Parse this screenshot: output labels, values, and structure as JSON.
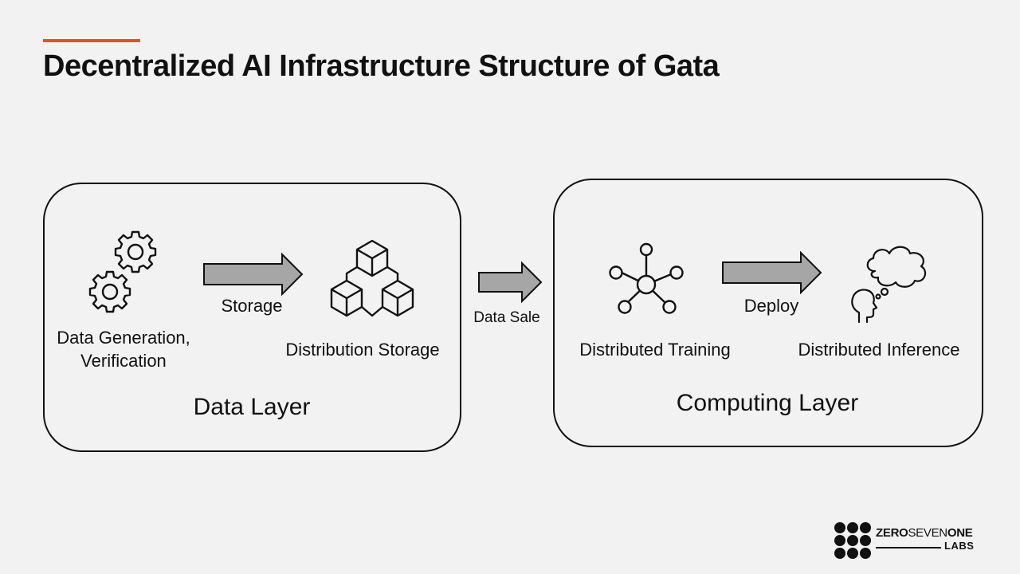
{
  "title": "Decentralized AI Infrastructure Structure of Gata",
  "colors": {
    "accent": "#e8501f",
    "arrow_fill": "#a6a6a6",
    "background": "#f2f2f2"
  },
  "data_layer": {
    "label": "Data Layer",
    "nodes": [
      {
        "icon": "gears-icon",
        "label_line1": "Data Generation,",
        "label_line2": "Verification"
      },
      {
        "icon": "cubes-icon",
        "label": "Distribution Storage"
      }
    ],
    "arrow_label": "Storage"
  },
  "connector": {
    "label": "Data Sale"
  },
  "computing_layer": {
    "label": "Computing Layer",
    "nodes": [
      {
        "icon": "network-hub-icon",
        "label": "Distributed Training"
      },
      {
        "icon": "thinking-head-icon",
        "label": "Distributed Inference"
      }
    ],
    "arrow_label": "Deploy"
  },
  "logo": {
    "brand_part1": "ZERO",
    "brand_part2": "SEVEN",
    "brand_part3": "ONE",
    "brand_line2": "LABS"
  }
}
